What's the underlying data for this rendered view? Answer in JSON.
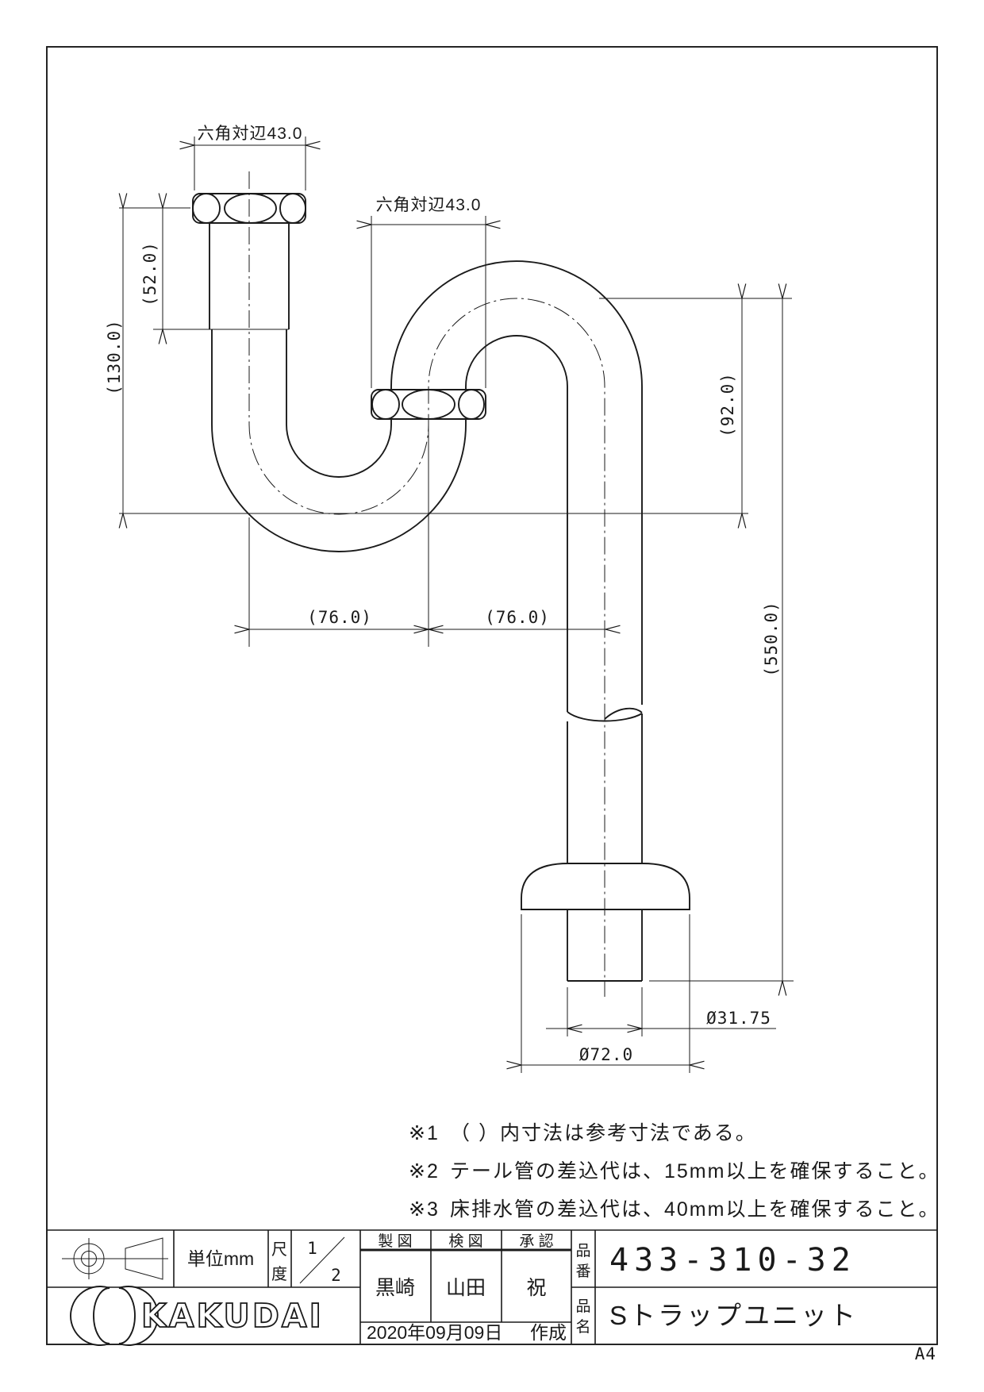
{
  "page": {
    "size_label": "A4"
  },
  "dims": {
    "hex_top": "六角対辺43.0",
    "hex_mid": "六角対辺43.0",
    "d52": "(52.0)",
    "d130": "(130.0)",
    "d92": "(92.0)",
    "d550": "(550.0)",
    "d76_left": "(76.0)",
    "d76_right": "(76.0)",
    "dia_pipe": "Ø31.75",
    "dia_flange": "Ø72.0"
  },
  "notes": [
    {
      "marker": "※1",
      "text": "（ ）内寸法は参考寸法である。"
    },
    {
      "marker": "※2",
      "text": "テール管の差込代は、15mm以上を確保すること。"
    },
    {
      "marker": "※3",
      "text": "床排水管の差込代は、40mm以上を確保すること。"
    }
  ],
  "title_block": {
    "unit": "単位mm",
    "scale_label_chars": [
      "尺",
      "度"
    ],
    "scale_num": "1",
    "scale_den": "2",
    "col_draft": "製  図",
    "col_check": "検  図",
    "col_approve": "承  認",
    "name_draft": "黒崎",
    "name_check": "山田",
    "name_approve": "祝",
    "date": "2020年09月09日",
    "created_label": "作成",
    "part_no_label_chars": [
      "品",
      "番"
    ],
    "part_no": "433-310-32",
    "part_name_label_chars": [
      "品",
      "名"
    ],
    "part_name": "Sトラップユニット",
    "logo_text": "KAKUDAI"
  }
}
